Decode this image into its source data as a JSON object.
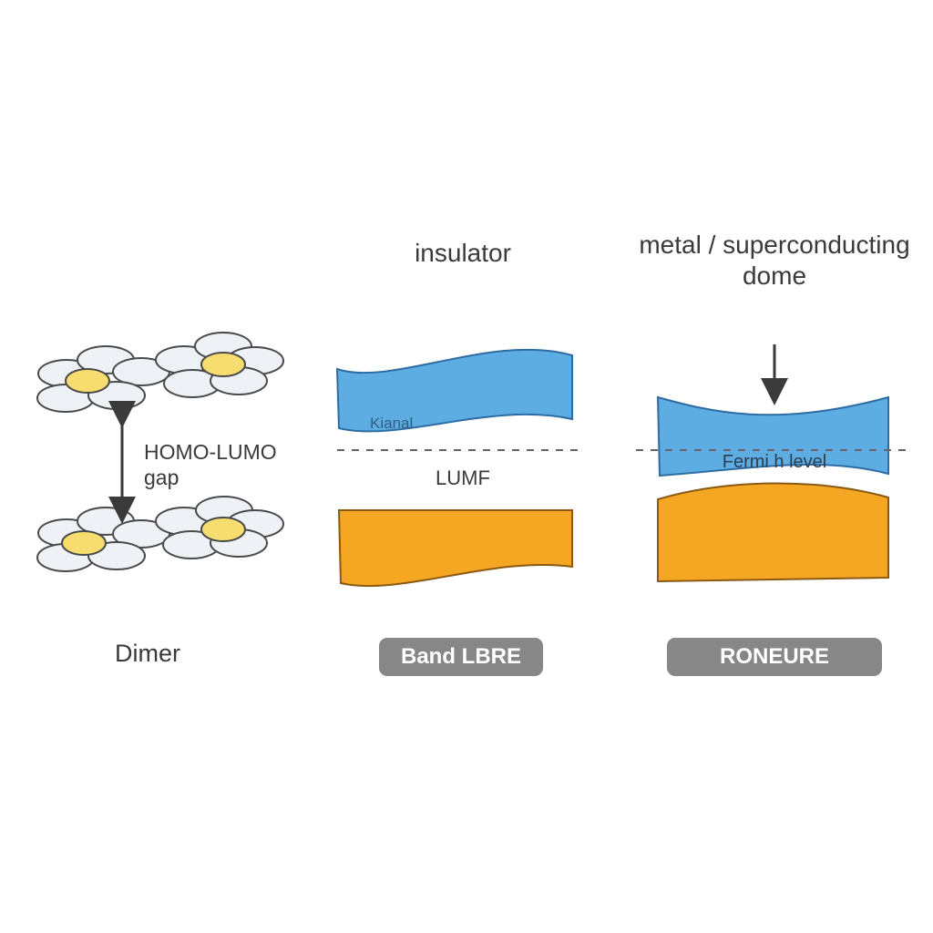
{
  "labels": {
    "insulator_title": "insulator",
    "metal_title": "metal / superconducting dome",
    "gap_label": "HOMO-LUMO gap",
    "lumf_label": "LUMF",
    "fermi_label": "Fermi h level",
    "band_tag": "Kianal",
    "dimer_label": "Dimer"
  },
  "buttons": {
    "band_label": "Band LBRE",
    "metal_label": "RONEURE"
  },
  "colors": {
    "upper_band": "#5DADE2",
    "upper_band_edge": "#2E6DA4",
    "lower_band": "#F5A623",
    "lower_band_edge": "#8A5A12",
    "molecule_highlight": "#F7DC6F",
    "molecule_ring": "#EEF2F6",
    "text": "#3A3A3A",
    "pill": "#878787"
  }
}
